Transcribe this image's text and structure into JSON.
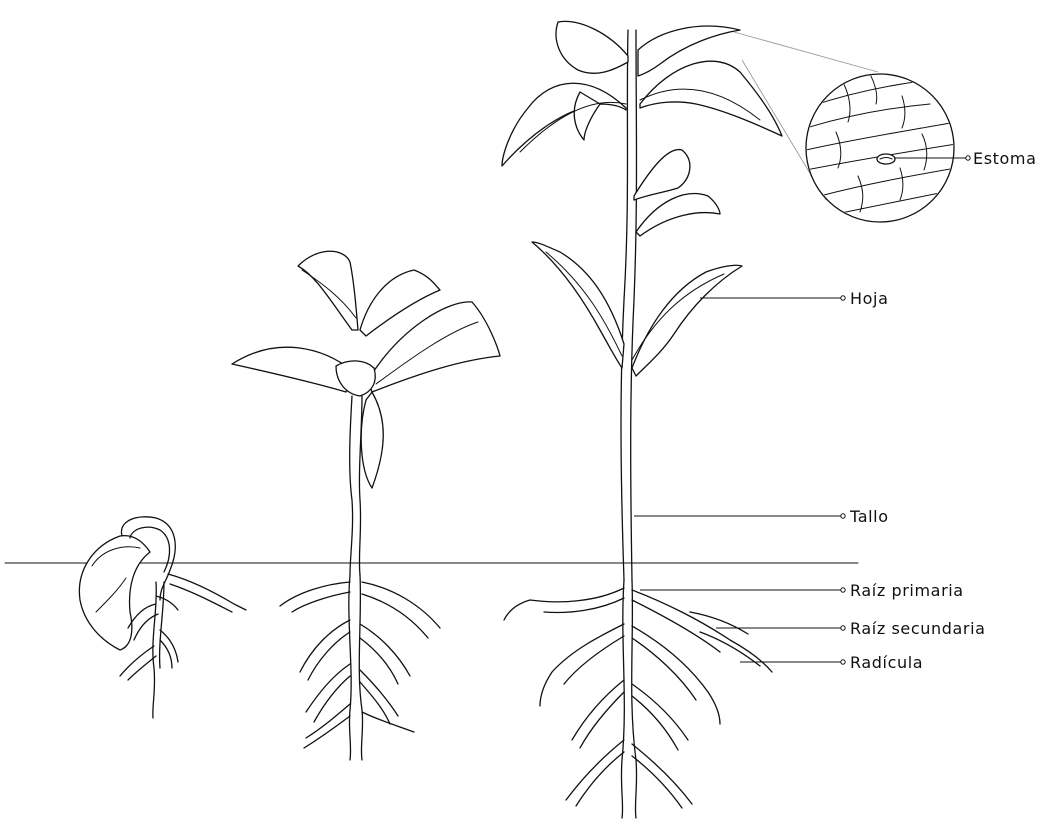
{
  "labels": {
    "estoma": "Estoma",
    "hoja": "Hoja",
    "tallo": "Tallo",
    "raiz_primaria": "Raíz primaria",
    "raiz_secundaria": "Raíz secundaria",
    "radicula": "Radícula"
  },
  "colors": {
    "ink": "#111111",
    "background": "#ffffff",
    "guide": "#9a9a9a"
  }
}
